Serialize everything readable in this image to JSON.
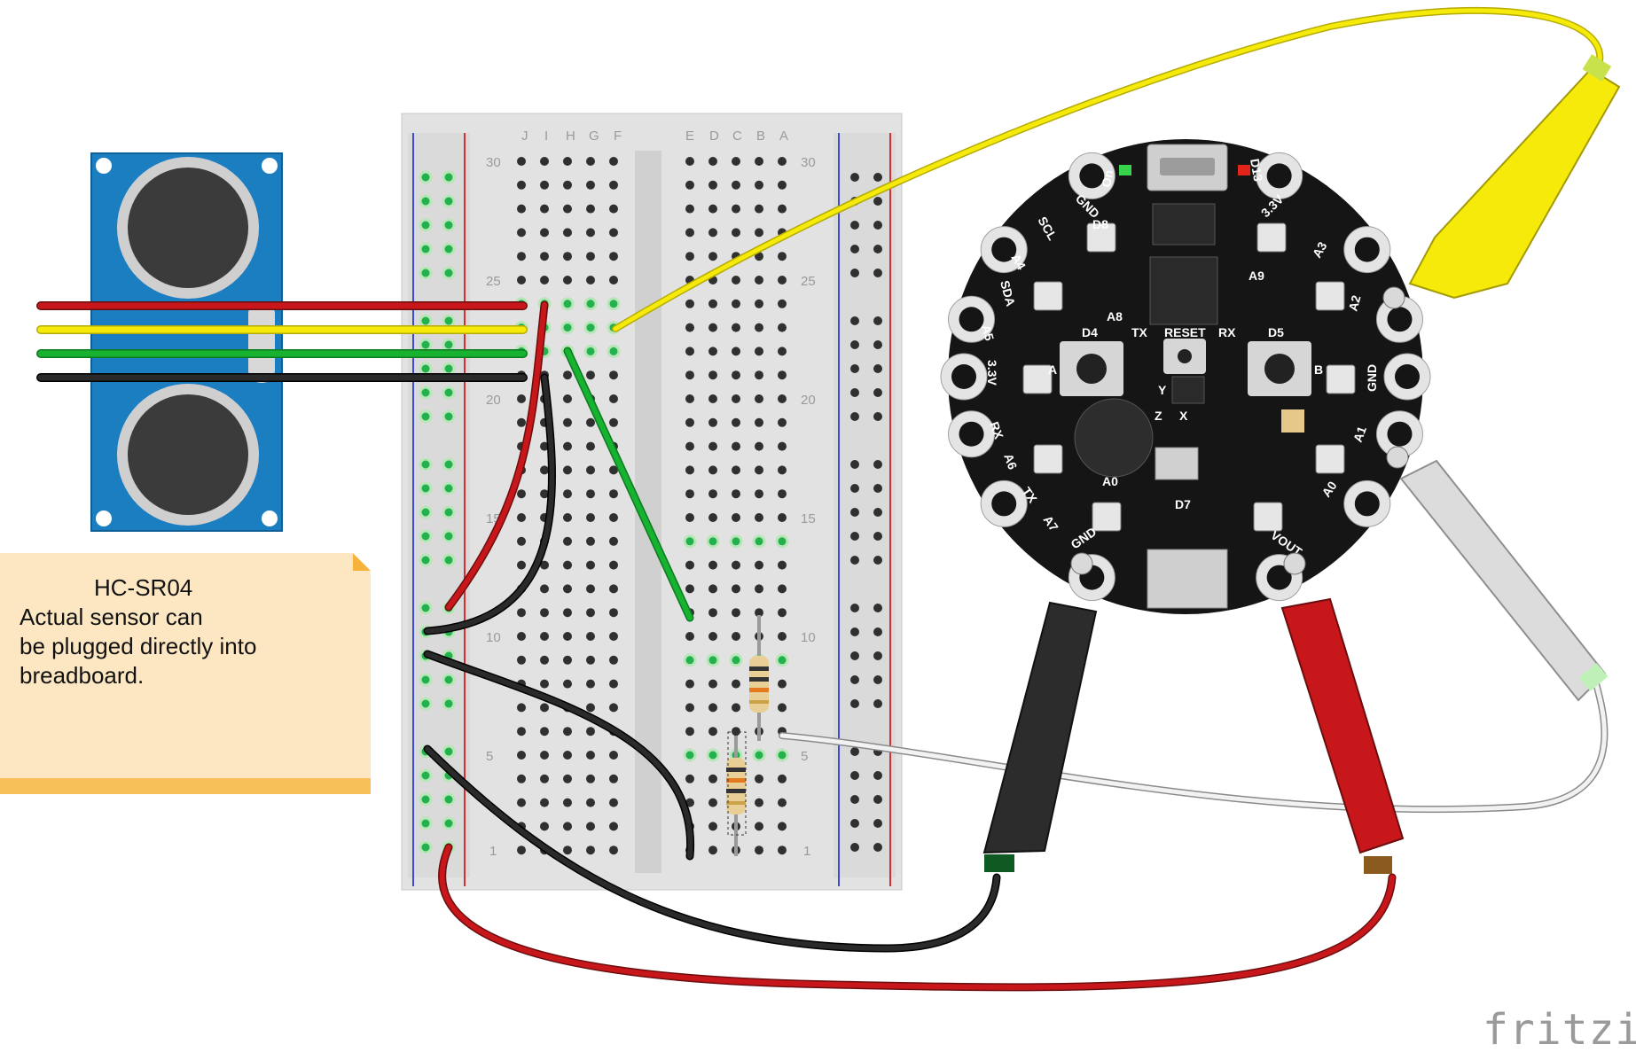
{
  "note": {
    "title": "HC-SR04",
    "body": "Actual sensor can\nbe plugged directly into\nbreadboard."
  },
  "brand": "fritzing",
  "breadboard": {
    "column_letters_top": [
      "J",
      "I",
      "H",
      "G",
      "F",
      "E",
      "D",
      "C",
      "B",
      "A"
    ],
    "row_numbers": [
      "30",
      "25",
      "20",
      "15",
      "10",
      "5",
      "1"
    ]
  },
  "board_labels": {
    "on": "On",
    "d13": "D13",
    "gnd_top": "GND",
    "v33_top": "3.3V",
    "d8": "D8",
    "scl": "SCL",
    "a4": "A4",
    "a3": "A3",
    "a9": "A9",
    "a8": "A8",
    "sda": "SDA",
    "a5": "A5",
    "a2": "A2",
    "d4": "D4",
    "tx": "TX",
    "reset": "RESET",
    "rx": "RX",
    "d5": "D5",
    "v33_left": "3.3V",
    "btn_a": "A",
    "btn_b": "B",
    "gnd_right": "GND",
    "rx_left": "RX",
    "a6": "A6",
    "a1": "A1",
    "a0": "A0",
    "tx_left": "TX",
    "a7": "A7",
    "a0b": "A0",
    "d7": "D7",
    "gnd_bottom": "GND",
    "vout": "VOUT",
    "axis_y": "Y",
    "axis_z": "Z",
    "axis_x": "X"
  },
  "colors": {
    "wire_red": "#c8171b",
    "wire_yellow": "#f5ea0a",
    "wire_green": "#18b231",
    "wire_black": "#1e1e1e",
    "wire_white": "#e6e6e6",
    "sensor_blue": "#1a7ec1",
    "board_black": "#151515",
    "breadboard": "#e4e4e4"
  }
}
